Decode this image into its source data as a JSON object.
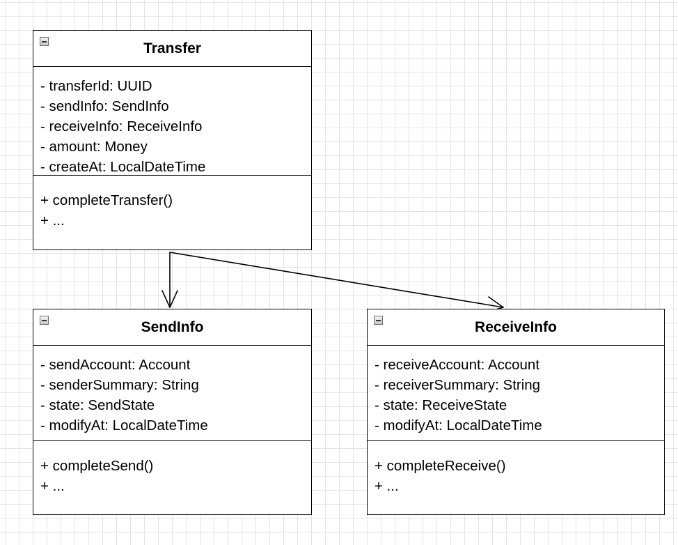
{
  "classes": {
    "transfer": {
      "name": "Transfer",
      "attributes": [
        "- transferId: UUID",
        "- sendInfo: SendInfo",
        "- receiveInfo: ReceiveInfo",
        "- amount: Money",
        "- createAt: LocalDateTime"
      ],
      "methods": [
        "+ completeTransfer()",
        "+ ..."
      ]
    },
    "send_info": {
      "name": "SendInfo",
      "attributes": [
        "- sendAccount: Account",
        "- senderSummary: String",
        "- state: SendState",
        "- modifyAt: LocalDateTime"
      ],
      "methods": [
        "+ completeSend()",
        "+ ..."
      ]
    },
    "receive_info": {
      "name": "ReceiveInfo",
      "attributes": [
        "- receiveAccount: Account",
        "- receiverSummary: String",
        "- state: ReceiveState",
        "- modifyAt: LocalDateTime"
      ],
      "methods": [
        "+ completeReceive()",
        "+ ..."
      ]
    }
  },
  "associations": [
    {
      "from": "Transfer",
      "to": "SendInfo"
    },
    {
      "from": "Transfer",
      "to": "ReceiveInfo"
    }
  ],
  "colors": {
    "grid": "#e4e4e4",
    "line": "#000000",
    "box_fill": "#ffffff"
  }
}
